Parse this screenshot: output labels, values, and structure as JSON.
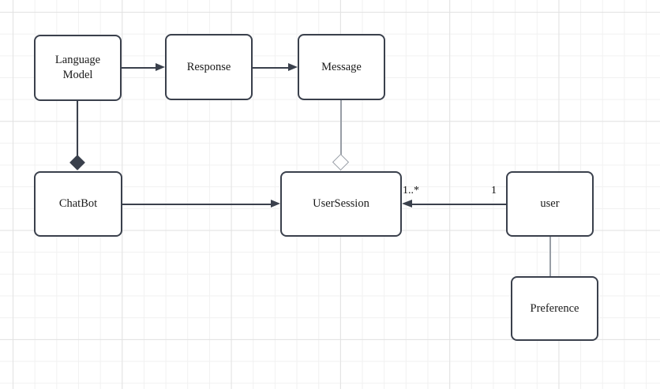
{
  "diagram": {
    "type": "uml-class-diagram",
    "nodes": {
      "language_model": {
        "label": "Language Model"
      },
      "response": {
        "label": "Response"
      },
      "message": {
        "label": "Message"
      },
      "chatbot": {
        "label": "ChatBot"
      },
      "user_session": {
        "label": "UserSession"
      },
      "user": {
        "label": "user"
      },
      "preference": {
        "label": "Preference"
      }
    },
    "edges": [
      {
        "from": "Language Model",
        "to": "Response",
        "type": "directed-arrow"
      },
      {
        "from": "Response",
        "to": "Message",
        "type": "directed-arrow"
      },
      {
        "from": "Language Model",
        "to": "ChatBot",
        "type": "composition",
        "diamond": "filled",
        "diamond_at": "ChatBot"
      },
      {
        "from": "Message",
        "to": "UserSession",
        "type": "aggregation",
        "diamond": "hollow",
        "diamond_at": "UserSession"
      },
      {
        "from": "ChatBot",
        "to": "UserSession",
        "type": "directed-arrow"
      },
      {
        "from": "user",
        "to": "UserSession",
        "type": "directed-arrow",
        "source_label": "1",
        "target_label": "1..*"
      },
      {
        "from": "user",
        "to": "Preference",
        "type": "plain-line"
      }
    ],
    "edge_labels": {
      "usersession_multiplicity": "1..*",
      "user_multiplicity": "1"
    },
    "colors": {
      "background": "#ffffff",
      "grid_minor": "#f1f1f1",
      "grid_major": "#e2e2e2",
      "node_fill": "#ffffff",
      "node_border": "#3a404c",
      "dark_edge": "#3a404c",
      "gray_edge": "#989ea6",
      "text": "#1a1a1a"
    }
  }
}
